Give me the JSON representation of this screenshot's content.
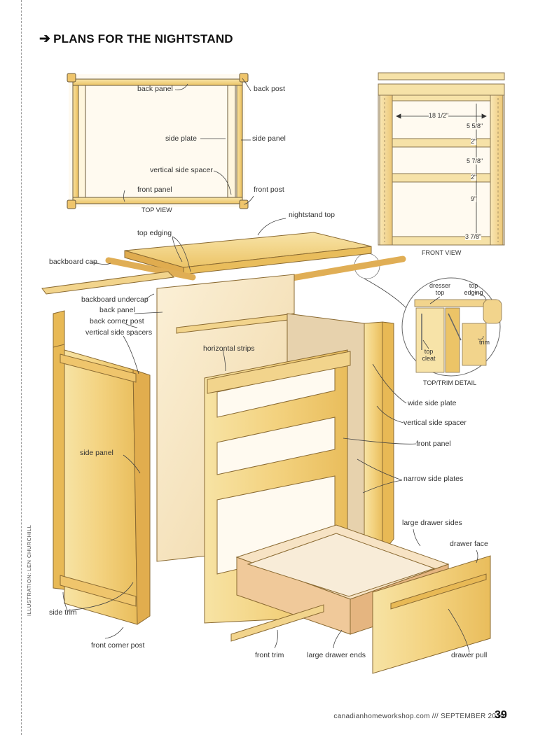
{
  "header": {
    "title": "PLANS FOR THE NIGHTSTAND",
    "arrow_icon": "right-arrow-icon"
  },
  "top_view": {
    "caption": "TOP VIEW",
    "labels": {
      "back_panel": "back panel",
      "back_post": "back post",
      "side_plate": "side plate",
      "side_panel": "side panel",
      "vertical_side_spacer": "vertical side spacer",
      "front_panel": "front panel",
      "front_post": "front post"
    }
  },
  "front_view": {
    "caption": "FRONT VIEW",
    "dims": {
      "width": "18 1/2\"",
      "d1": "5 5/8\"",
      "d2": "2\"",
      "d3": "5 7/8\"",
      "d4": "2\"",
      "d5": "9\"",
      "d6": "3 7/8\""
    }
  },
  "detail": {
    "caption": "TOP/TRIM DETAIL",
    "labels": {
      "dresser_top": "dresser top",
      "top_edging": "top edging",
      "trim": "trim",
      "top_cleat": "top cleat"
    }
  },
  "exploded": {
    "labels": {
      "nightstand_top": "nightstand top",
      "top_edging": "top edging",
      "backboard_cap": "backboard cap",
      "backboard_undercap": "backboard undercap",
      "back_panel": "back panel",
      "back_corner_post": "back corner post",
      "vertical_side_spacers": "vertical side spacers",
      "horizontal_strips": "horizontal strips",
      "wide_side_plate": "wide side plate",
      "vertical_side_spacer": "vertical side spacer",
      "front_panel": "front panel",
      "side_panel": "side panel",
      "narrow_side_plates": "narrow side plates",
      "large_drawer_sides": "large drawer sides",
      "drawer_face": "drawer face",
      "side_trim": "side trim",
      "front_corner_post": "front corner post",
      "front_trim": "front trim",
      "large_drawer_ends": "large drawer ends",
      "drawer_pull": "drawer pull"
    }
  },
  "credit": "ILLUSTRATION: LEN CHURCHILL",
  "footer": {
    "text": "canadianhomeworkshop.com /// SEPTEMBER 2010",
    "page": "39"
  },
  "colors": {
    "wood_light": "#f5dc95",
    "wood_mid": "#efc56c",
    "wood_dark": "#d9a445",
    "end_grain": "#e6c89c",
    "line": "#555555"
  }
}
